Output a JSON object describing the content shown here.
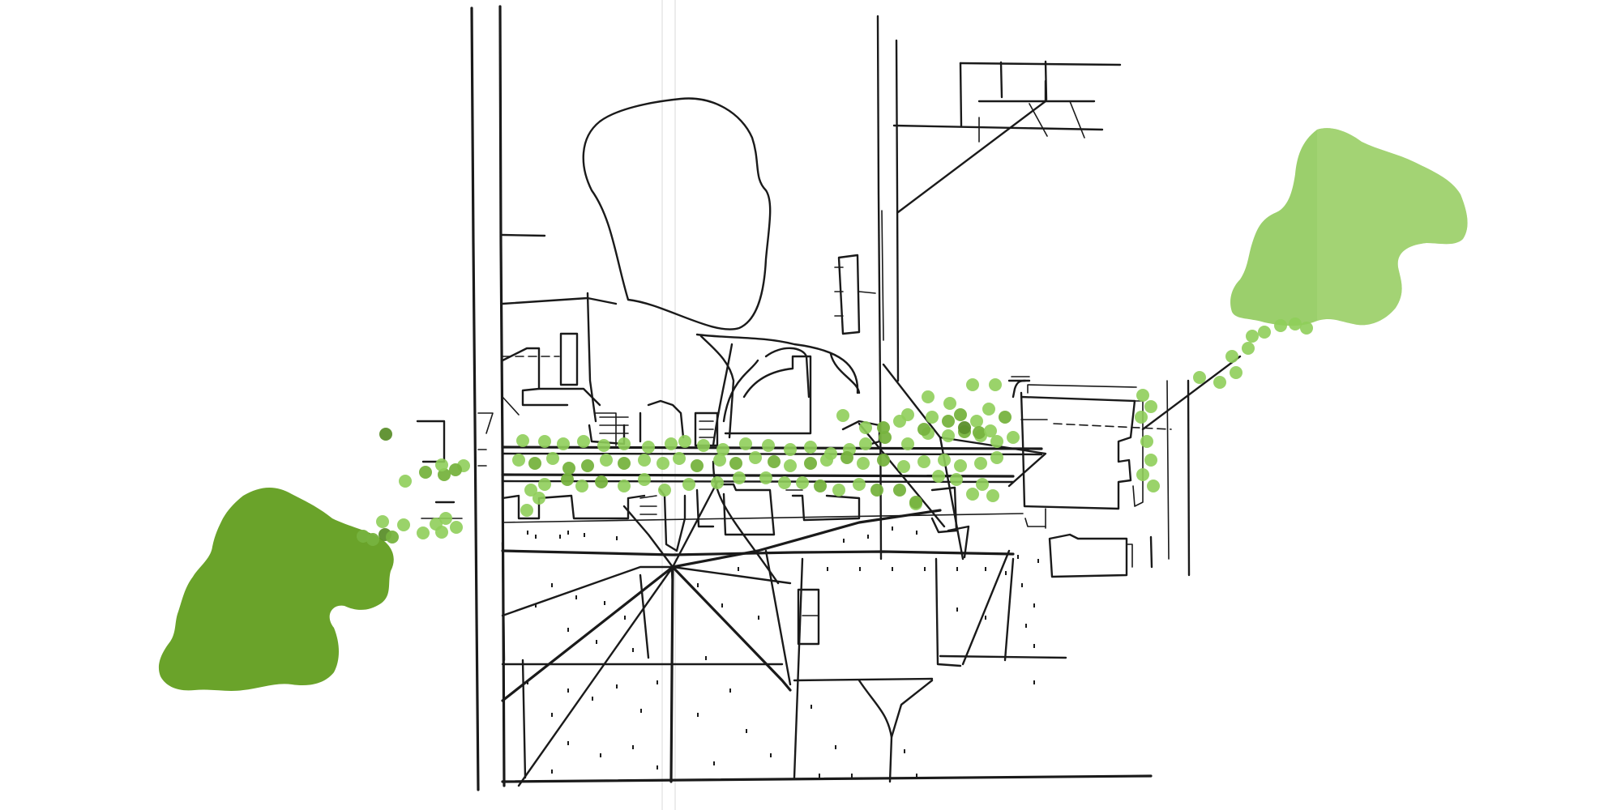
{
  "colors": {
    "background": "#ffffff",
    "ink": "#1a1a1a",
    "park_west": "#6aa32a",
    "park_east": "#9bcf6c",
    "park_east_fade": "#a9d679",
    "tree_light": "#8fce5a",
    "tree_medium": "#77b33f",
    "tree_dark": "#5c8f2c"
  },
  "map_features": {
    "west_green_space": "green-mass",
    "east_green_space": "green-mass",
    "central_pond": "pond-outline",
    "main_street": "double-line-street",
    "tree_corridor": "tree-dot-chain"
  }
}
